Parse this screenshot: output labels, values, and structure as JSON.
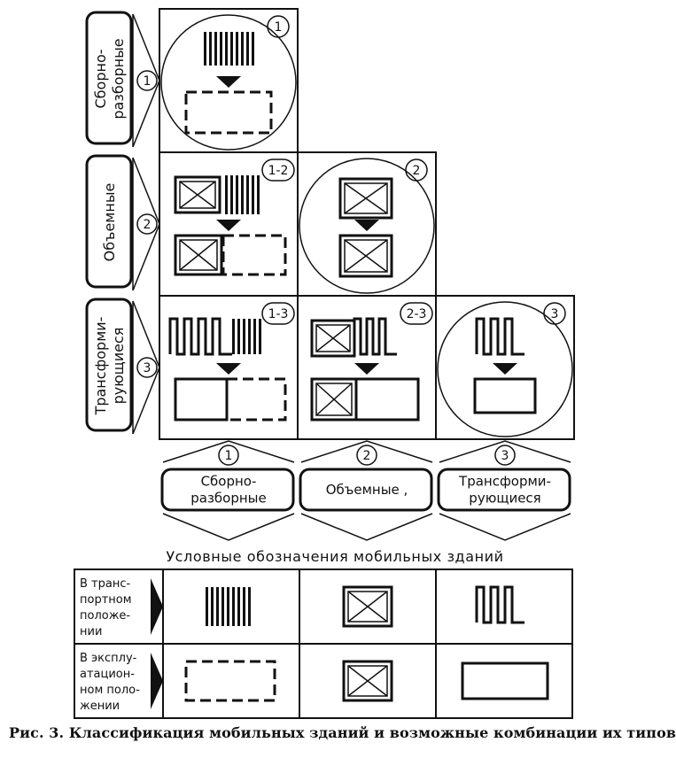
{
  "types": [
    {
      "num": "1",
      "label_left": [
        "Сборно-",
        "разборные"
      ],
      "label_bottom": [
        "Сборно-",
        "разборные"
      ]
    },
    {
      "num": "2",
      "label_left": [
        "Объемные"
      ],
      "label_bottom": [
        "Объемные ,"
      ]
    },
    {
      "num": "3",
      "label_left": [
        "Трансформи-",
        "рующиеся"
      ],
      "label_bottom": [
        "Трансформи-",
        "рующиеся"
      ]
    }
  ],
  "cells": [
    {
      "row": 1,
      "col": 1,
      "tag": "1",
      "circle": true
    },
    {
      "row": 2,
      "col": 1,
      "tag": "1-2",
      "circle": false
    },
    {
      "row": 2,
      "col": 2,
      "tag": "2",
      "circle": true
    },
    {
      "row": 3,
      "col": 1,
      "tag": "1-3",
      "circle": false
    },
    {
      "row": 3,
      "col": 2,
      "tag": "2-3",
      "circle": false
    },
    {
      "row": 3,
      "col": 3,
      "tag": "3",
      "circle": true
    }
  ],
  "legend": {
    "title": "Условные обозначения мобильных зданий",
    "rows": [
      {
        "label": [
          "В транс-",
          "портном",
          "положе-",
          "нии"
        ]
      },
      {
        "label": [
          "В эксплу-",
          "атацион-",
          "ном поло-",
          "жении"
        ]
      }
    ]
  },
  "caption": "Рис. 3. Классификация мобильных зданий и возможные комбинации их типов"
}
